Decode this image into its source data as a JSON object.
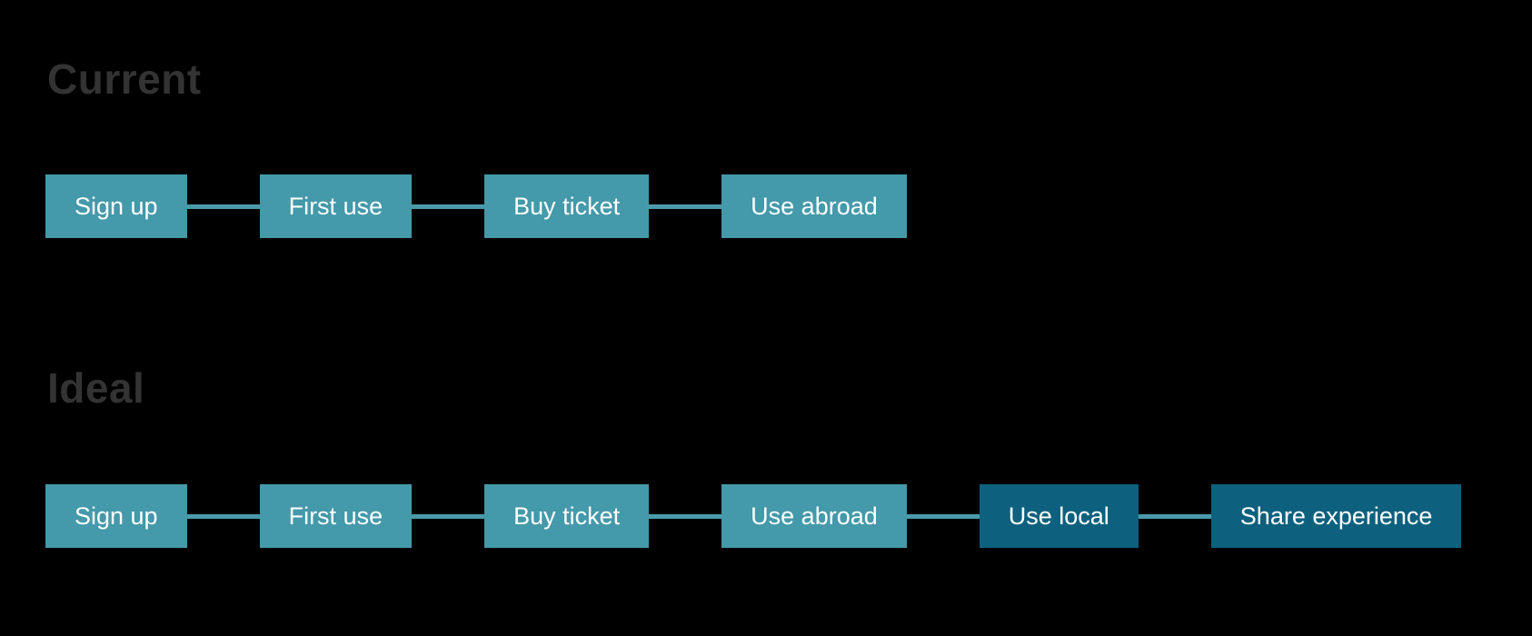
{
  "diagram": {
    "type": "journey-flow",
    "background": "black"
  },
  "colors": {
    "background": "#000000",
    "heading": "#333333",
    "box_light": "#4499aa",
    "box_dark": "#0d617e",
    "connector": "#4a9aab",
    "box_text": "#ffffff"
  },
  "sections": [
    {
      "title": "Current",
      "steps": [
        {
          "label": "Sign up",
          "variant": "light"
        },
        {
          "label": "First use",
          "variant": "light"
        },
        {
          "label": "Buy ticket",
          "variant": "light"
        },
        {
          "label": "Use abroad",
          "variant": "light"
        }
      ]
    },
    {
      "title": "Ideal",
      "steps": [
        {
          "label": "Sign up",
          "variant": "light"
        },
        {
          "label": "First use",
          "variant": "light"
        },
        {
          "label": "Buy ticket",
          "variant": "light"
        },
        {
          "label": "Use abroad",
          "variant": "light"
        },
        {
          "label": "Use local",
          "variant": "dark"
        },
        {
          "label": "Share experience",
          "variant": "dark"
        }
      ]
    }
  ]
}
